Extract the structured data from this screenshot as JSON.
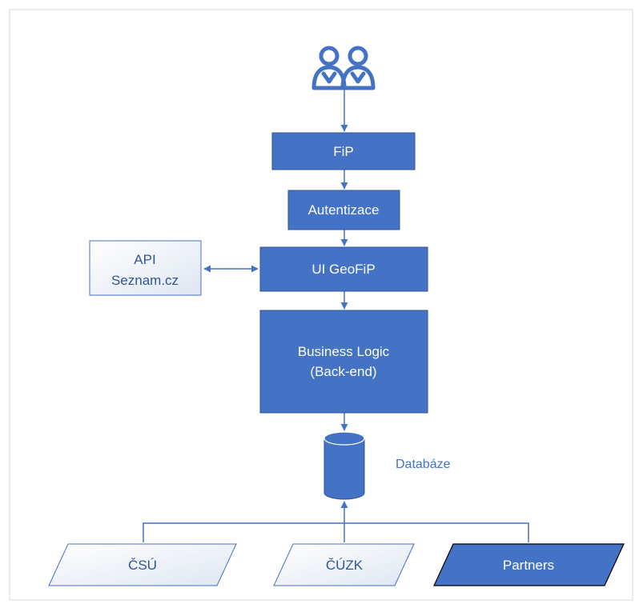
{
  "diagram": {
    "nodes": {
      "users": {
        "icon": "users-icon"
      },
      "fip": {
        "label": "FiP"
      },
      "auth": {
        "label": "Autentizace"
      },
      "ui": {
        "label": "UI GeoFiP"
      },
      "api": {
        "line1": "API",
        "line2": "Seznam.cz"
      },
      "backend": {
        "line1": "Business Logic",
        "line2": "(Back-end)"
      },
      "db": {
        "label": "Databáze"
      },
      "csu": {
        "label": "ČSÚ"
      },
      "cuzk": {
        "label": "ČÚZK"
      },
      "partners": {
        "label": "Partners"
      }
    },
    "colors": {
      "primary": "#4472c4",
      "primary_stroke": "#2f5597",
      "text_on_primary": "#ffffff",
      "outline_text": "#2f5597",
      "light_fill_start": "#ffffff",
      "light_fill_end": "#dfe6f2",
      "frame_border": "#d9d9d9"
    },
    "edges": [
      {
        "from": "users",
        "to": "fip",
        "type": "arrow"
      },
      {
        "from": "fip",
        "to": "auth",
        "type": "arrow"
      },
      {
        "from": "auth",
        "to": "ui",
        "type": "arrow"
      },
      {
        "from": "api",
        "to": "ui",
        "type": "bidirectional"
      },
      {
        "from": "ui",
        "to": "backend",
        "type": "arrow"
      },
      {
        "from": "backend",
        "to": "db",
        "type": "arrow"
      },
      {
        "from": "csu",
        "to": "db",
        "type": "arrow"
      },
      {
        "from": "cuzk",
        "to": "db",
        "type": "arrow"
      },
      {
        "from": "partners",
        "to": "db",
        "type": "arrow"
      }
    ]
  }
}
